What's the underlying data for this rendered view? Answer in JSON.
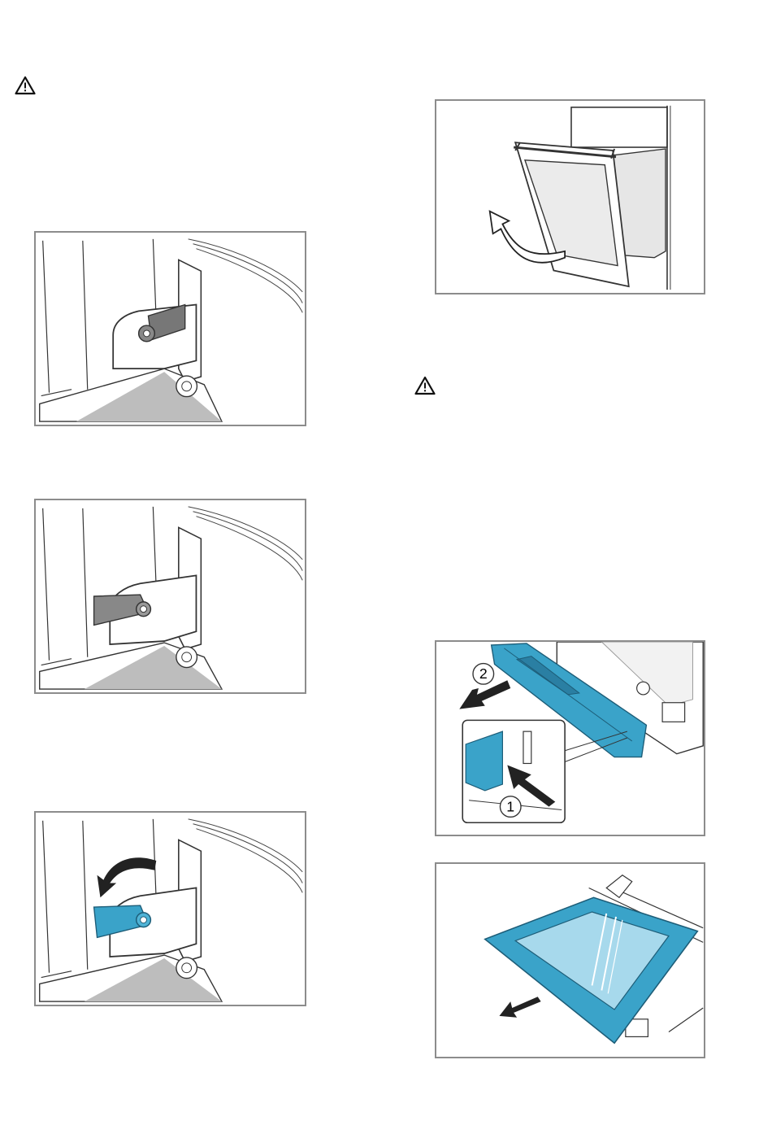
{
  "page": {
    "warnings": [
      {
        "icon": "warning-triangle-icon"
      },
      {
        "icon": "warning-triangle-icon"
      }
    ],
    "figures": [
      {
        "name": "door-opened-lift-off"
      },
      {
        "name": "hinge-lever-closed"
      },
      {
        "name": "hinge-lever-open"
      },
      {
        "name": "hinge-lever-fold-back",
        "accent": "#3aa3c9"
      },
      {
        "name": "remove-door-cover",
        "accent": "#3aa3c9",
        "callouts": [
          "1",
          "2"
        ]
      },
      {
        "name": "remove-door-pane",
        "accent": "#3aa3c9"
      }
    ]
  }
}
